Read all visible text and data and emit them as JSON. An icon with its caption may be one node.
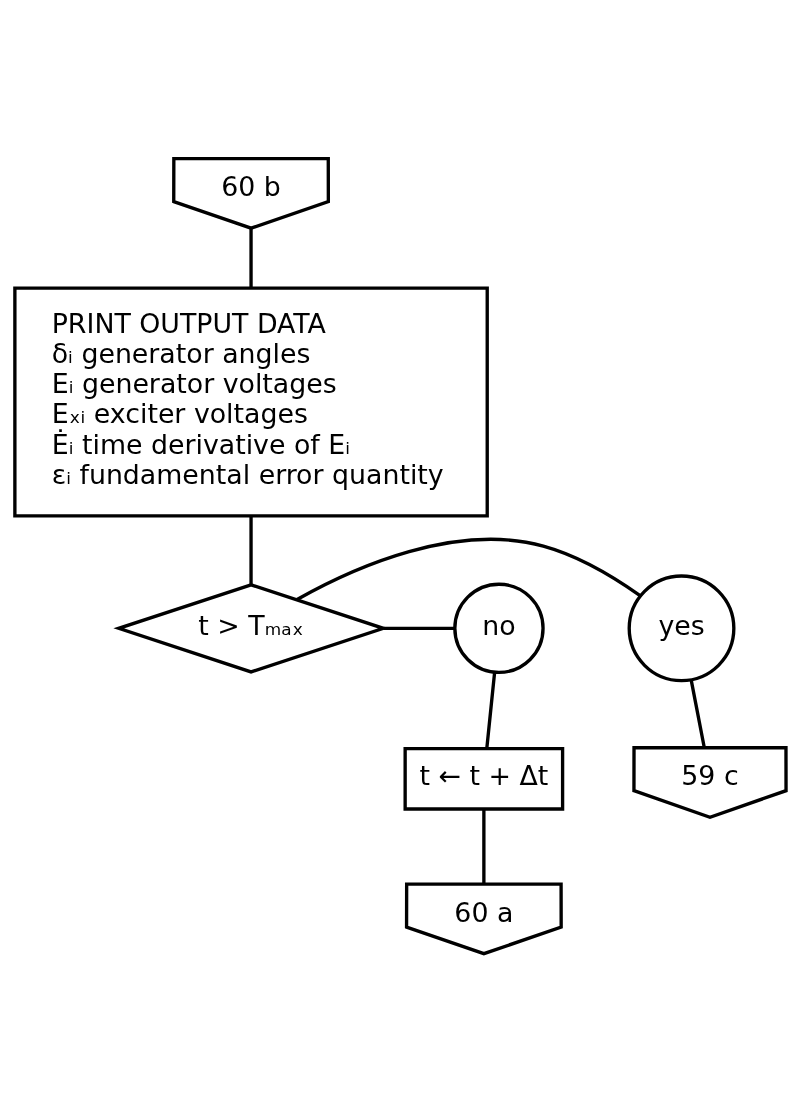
{
  "diagram": {
    "nodes": [
      {
        "text": [
          "60 b"
        ]
      },
      {
        "text": [
          "PRINT OUTPUT DATA",
          "δᵢ generator angles",
          "Eᵢ generator voltages",
          "Eₓᵢ exciter voltages",
          "Ėᵢ time derivative of Eᵢ",
          "εᵢ fundamental error quantity"
        ]
      },
      {
        "text": [
          "t > Tₘₐₓ"
        ]
      },
      {
        "text": [
          "yes"
        ]
      },
      {
        "text": [
          "no"
        ]
      },
      {
        "text": [
          "59 c"
        ]
      },
      {
        "text": [
          "t ← t + Δt"
        ]
      },
      {
        "text": [
          "60 a"
        ]
      }
    ],
    "edges": [
      {
        "from": 0,
        "to": 1,
        "arrow": "none"
      },
      {
        "from": 1,
        "to": 2,
        "arrow": "none"
      },
      {
        "from": 2,
        "to": 3,
        "arrow": "none"
      },
      {
        "from": 3,
        "to": 5,
        "arrow": "none"
      },
      {
        "from": 2,
        "to": 4,
        "arrow": "none"
      },
      {
        "from": 4,
        "to": 6,
        "arrow": "none"
      },
      {
        "from": 6,
        "to": 7,
        "arrow": "none"
      }
    ]
  }
}
